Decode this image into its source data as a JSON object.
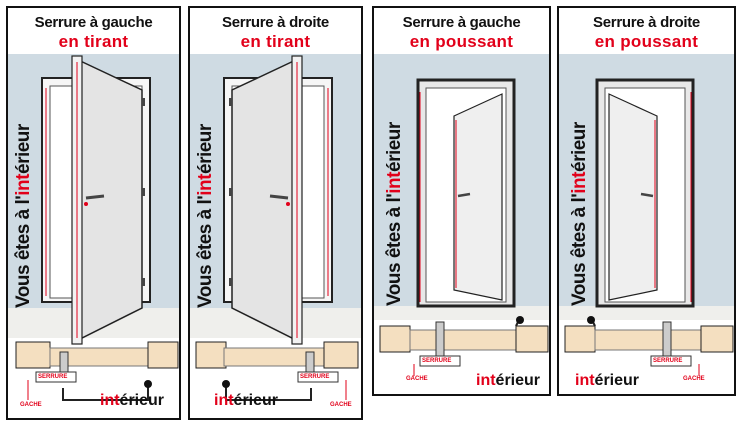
{
  "panels": [
    {
      "title": "Serrure à gauche",
      "subtitle": "en tirant"
    },
    {
      "title": "Serrure à droite",
      "subtitle": "en tirant"
    },
    {
      "title": "Serrure à gauche",
      "subtitle": "en poussant"
    },
    {
      "title": "Serrure à droite",
      "subtitle": "en poussant"
    }
  ],
  "side_text_prefix": "Vous êtes à l'",
  "side_text_highlight": "int",
  "side_text_suffix": "érieur",
  "interior_highlight": "int",
  "interior_suffix": "érieur",
  "label_serrure": "SERRURE",
  "label_gache": "GACHE",
  "colors": {
    "accent": "#e2001a",
    "wall": "#cfdbe3",
    "wood": "#f4dfc0"
  }
}
